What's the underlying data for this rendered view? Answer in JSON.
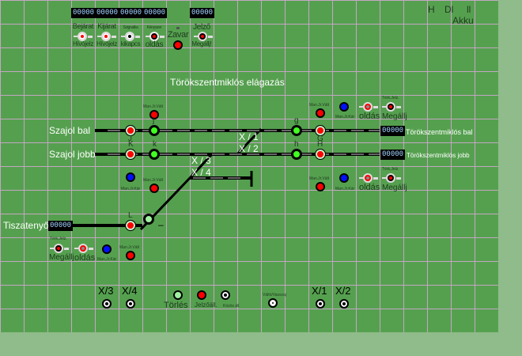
{
  "title": "Törökszentmiklós elágazás",
  "counters": {
    "top": [
      "00000",
      "00000",
      "00000",
      "00000",
      "00000"
    ],
    "tsz_bal": "00000",
    "tsz_jobb": "00000",
    "tiszatenyo": "00000"
  },
  "top_buttons": {
    "b1_top": "Bejárat",
    "b1_bot": "Hívójelz",
    "b2_top": "Kijárat",
    "b2_bot": "Hívójelz",
    "b3_top": "Szignalka",
    "b3_bot": "kikapcs",
    "b4_top": "Kényszer",
    "b4_bot": "oldás",
    "zavar": "Zavar",
    "b6_top": "Jelző",
    "b6_bot": "Megállj!"
  },
  "status": {
    "h": "H",
    "dl": "Dl",
    "ll": "ll",
    "akku": "Akku"
  },
  "tracks": {
    "szajol_bal": "Szajol bal",
    "szajol_jobb": "Szajol jobb",
    "tsz_bal": "Törökszentmiklós bal",
    "tsz_jobb": "Törökszentmiklós jobb",
    "tiszatenyo": "Tiszatenyő"
  },
  "signals": {
    "J": "J",
    "j": "j",
    "K": "K",
    "k": "k",
    "g": "g",
    "G": "G",
    "h": "h",
    "H": "H",
    "L": "L"
  },
  "switches": {
    "x1": "X / 1",
    "x2": "X / 2",
    "x3": "X / 3",
    "x4": "X / 4",
    "dash": "–"
  },
  "small": {
    "manjr_valt": "Man.Jr.Vált",
    "manjr_kar": "Man.Jr.Kár",
    "terk_jelz": "Térk.Jelz.",
    "oldas": "oldás",
    "megallj": "Megállj"
  },
  "bottom": {
    "x3": "X/3",
    "x4": "X/4",
    "torles": "Törlés",
    "jelzoall": "Jelzőáll.",
    "kozos": "Közös áll.",
    "valto": "Váltó/Vasszaj",
    "x1": "X/1",
    "x2": "X/2"
  },
  "colors": {
    "panel": "#55a04f",
    "red": "#ff1010",
    "green": "#40ff20",
    "blue": "#0010ff"
  }
}
